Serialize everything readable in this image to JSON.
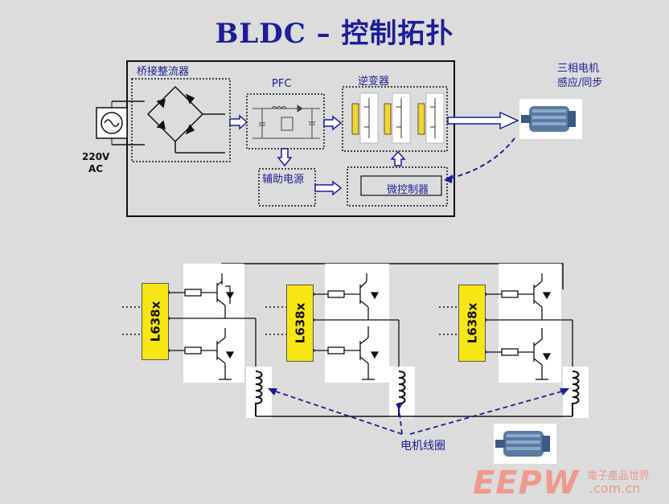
{
  "title": "BLDC – 控制拓扑",
  "top": {
    "rectifier": "桥接整流器",
    "pfc": "PFC",
    "inverter": "逆变器",
    "aux_power": "辅助电源",
    "mcu": "微控制器",
    "ac_voltage": "220V",
    "ac_label": "AC",
    "motor_line1": "三相电机",
    "motor_line2": "感应/同步"
  },
  "bottom": {
    "chips": [
      "L638x",
      "L638x",
      "L638x"
    ],
    "coil_label": "电机线圈"
  },
  "watermark": {
    "logo": "EEPW",
    "cn": "電子產品世界",
    "url": ".com.cn"
  },
  "colors": {
    "title": "#1d1d9a",
    "arrow": "#1d1d9a",
    "chip": "#f6e616",
    "inverter_bar": "#f2d62a"
  }
}
